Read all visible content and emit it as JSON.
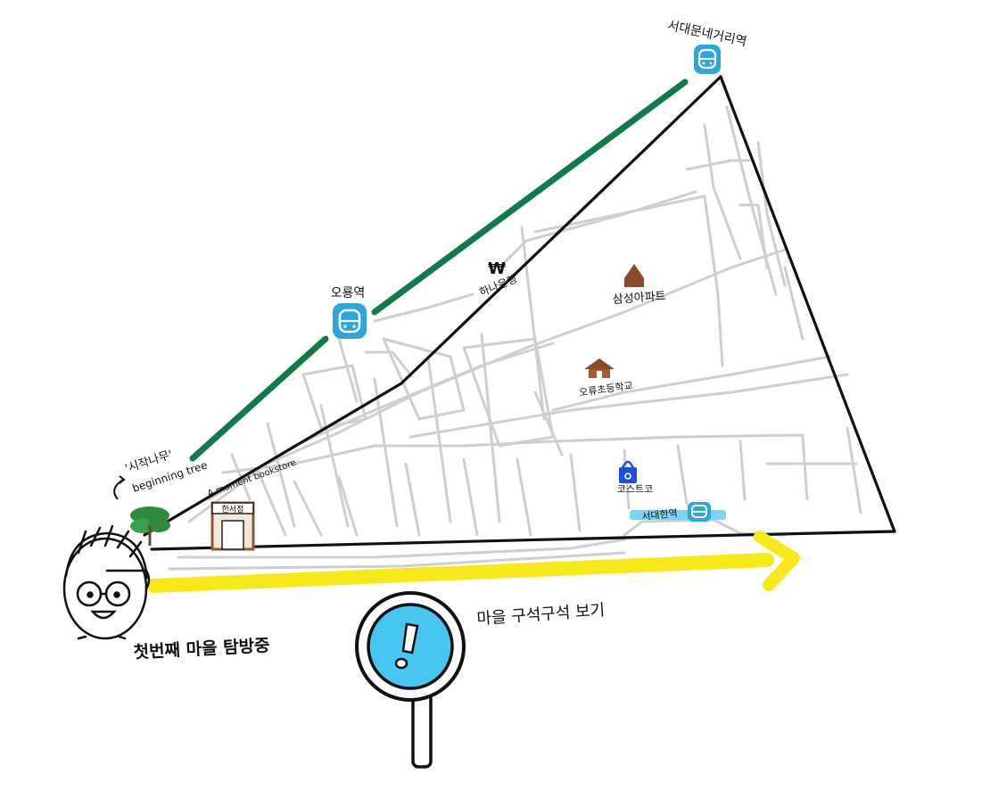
{
  "map": {
    "stations": {
      "top_right": "서대문네거리역",
      "middle": "오룡역",
      "bottom": "서대한역"
    },
    "places": {
      "bank": "하나은행",
      "apartment": "삼성아파트",
      "school": "오류초등학교",
      "store": "코스트코",
      "bookstore_en": "A moment bookstore",
      "bookstore_kr": "한서점"
    },
    "tree_label": {
      "korean": "'시작나무'",
      "english": "beginning tree"
    },
    "caption": "첫번째 마을 탐방중",
    "search_label": "마을 구석구석 보기",
    "colors": {
      "green_route": "#0f7a4a",
      "yellow_route": "#f7e81a",
      "station_blue": "#2ea7d8",
      "magnifier_blue": "#47c6f2",
      "house_brown": "#8b4a2b",
      "tree_green": "#2f8a3c",
      "store_blue": "#1d4fd8",
      "road_gray": "#cfcfcf"
    },
    "icons": {
      "station": "subway-icon",
      "bank": "won-icon",
      "apartment": "house-icon",
      "school": "school-icon",
      "store": "shopping-bag-icon",
      "search": "magnifier-icon",
      "avatar": "character-face-icon"
    }
  }
}
